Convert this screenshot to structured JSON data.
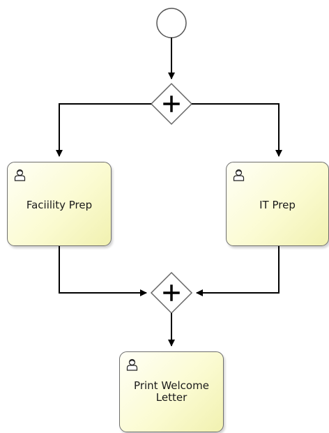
{
  "diagram": {
    "tasks": [
      {
        "id": "facility",
        "label": "Faciility Prep"
      },
      {
        "id": "it",
        "label": "IT Prep"
      },
      {
        "id": "welcome",
        "label_line1": "Print Welcome",
        "label_line2": "Letter"
      }
    ],
    "icons": {
      "task": "user-task-icon",
      "gateway": "parallel-gateway-plus-icon",
      "start": "start-event-circle"
    },
    "colors": {
      "task_fill": "#fbfbd2",
      "stroke": "#000000",
      "border": "#6e6e6e"
    }
  }
}
